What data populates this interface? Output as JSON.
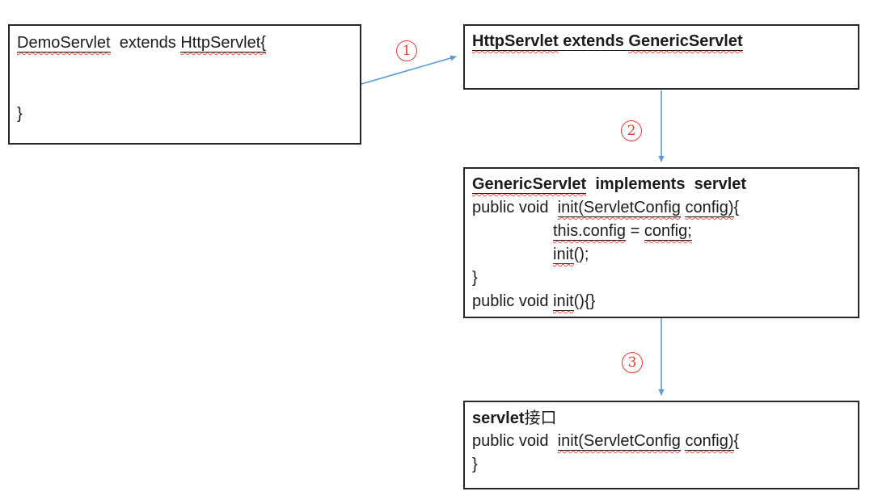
{
  "diagram": {
    "colors": {
      "arrow_blue": "#5b9bd5",
      "badge_red": "#ee3b37",
      "spellcheck_wavy_red": "#ff4a42",
      "box_border": "#262626",
      "text_ink": "#1c1c1c"
    },
    "steps": [
      {
        "number": "1"
      },
      {
        "number": "2"
      },
      {
        "number": "3"
      }
    ],
    "boxes": [
      {
        "name": "demo-servlet",
        "lines": [
          {
            "segments": [
              {
                "t": "DemoServlet",
                "u": true,
                "w": true
              },
              {
                "t": "  extends "
              },
              {
                "t": "HttpServlet{",
                "u": true,
                "w": true
              }
            ]
          },
          {
            "spacer": true,
            "segments": []
          },
          {
            "segments": [
              {
                "t": "}"
              }
            ]
          }
        ]
      },
      {
        "name": "http-servlet",
        "lines": [
          {
            "segments": [
              {
                "t": "HttpServlet",
                "b": true,
                "u": true,
                "w": true
              },
              {
                "t": " extends ",
                "b": true,
                "u": true
              },
              {
                "t": "GenericServlet",
                "b": true,
                "u": true,
                "w": true
              }
            ]
          }
        ]
      },
      {
        "name": "generic-servlet",
        "lines": [
          {
            "segments": [
              {
                "t": "GenericServlet",
                "b": true,
                "u": true,
                "w": true
              },
              {
                "t": "  implements  servlet",
                "b": true
              }
            ]
          },
          {
            "segments": [
              {
                "t": "public void  "
              },
              {
                "t": "init(ServletConfig",
                "u": true,
                "w": true
              },
              {
                "t": " "
              },
              {
                "t": "config)",
                "u": true,
                "w": true
              },
              {
                "t": "{"
              }
            ]
          },
          {
            "indent": true,
            "segments": [
              {
                "t": "this.config",
                "u": true,
                "w": true
              },
              {
                "t": " = "
              },
              {
                "t": "config;",
                "u": true,
                "w": true
              }
            ]
          },
          {
            "indent": true,
            "segments": [
              {
                "t": "init",
                "u": true,
                "w": true
              },
              {
                "t": "();"
              }
            ]
          },
          {
            "segments": [
              {
                "t": "}"
              }
            ]
          },
          {
            "segments": [
              {
                "t": "public void "
              },
              {
                "t": "init",
                "u": true,
                "w": true
              },
              {
                "t": "(){}"
              }
            ]
          }
        ]
      },
      {
        "name": "servlet-interface",
        "lines": [
          {
            "segments": [
              {
                "t": "servlet",
                "b": true
              },
              {
                "t": "接口",
                "cjk": true
              }
            ]
          },
          {
            "segments": [
              {
                "t": "public void  "
              },
              {
                "t": "init(ServletConfig",
                "u": true,
                "w": true
              },
              {
                "t": " "
              },
              {
                "t": "config)",
                "u": true,
                "w": true
              },
              {
                "t": "{"
              }
            ]
          },
          {
            "segments": [
              {
                "t": "}"
              }
            ]
          }
        ]
      }
    ]
  }
}
